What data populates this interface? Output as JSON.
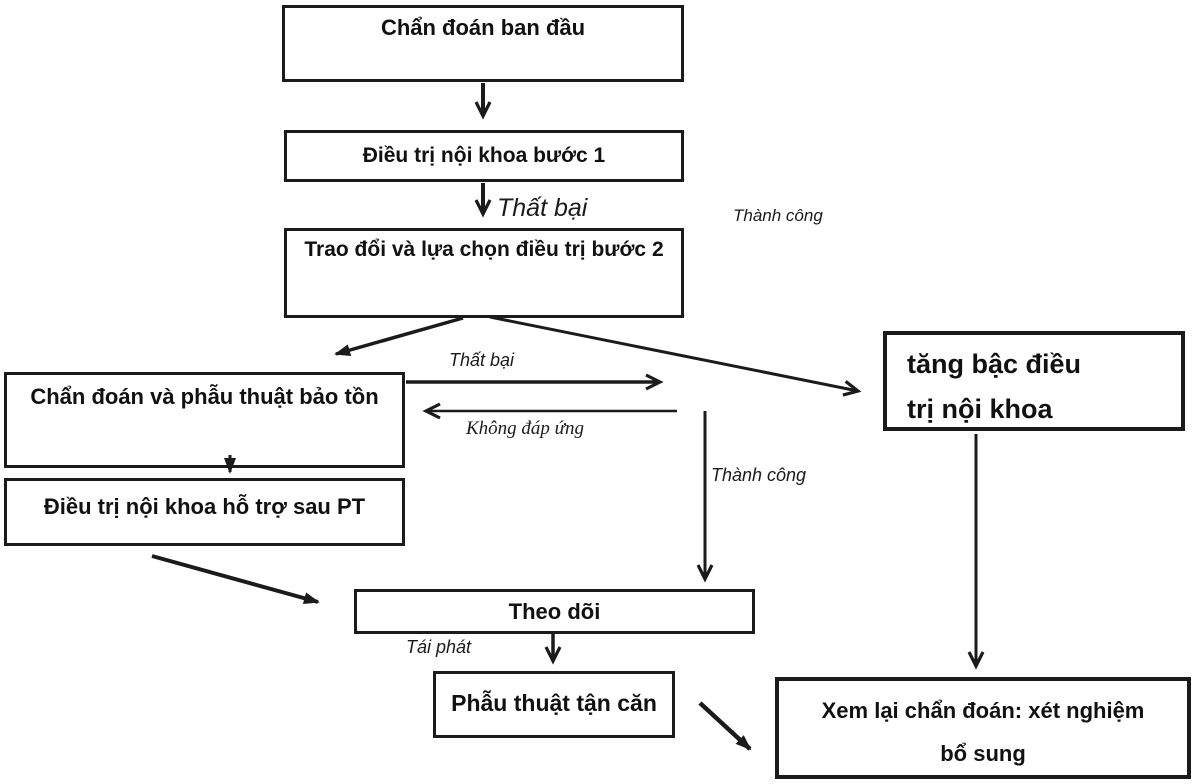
{
  "diagram": {
    "title": "Flowchart of staged medical and surgical treatment (Vietnamese)",
    "nodes": {
      "initial_diagnosis": "Chẩn đoán ban đầu",
      "step1_medical": "Điều trị nội khoa bước 1",
      "step2_choice": "Trao đổi và lựa chọn điều trị bước 2",
      "conservative_surgery": "Chẩn đoán và phẫu thuật bảo tồn",
      "postop_support": "Điều trị nội khoa hỗ trợ sau PT",
      "escalate": {
        "line1": "tăng bậc điều",
        "line2": "trị nội khoa"
      },
      "follow_up": "Theo dõi",
      "radical_surgery": "Phẫu thuật tận căn",
      "review_diagnosis": "Xem lại chẩn đoán: xét nghiệm bổ sung"
    },
    "edge_labels": {
      "failure_step1": "Thất bại",
      "success_step1": "Thành công",
      "failure_mid": "Thất bại",
      "no_response": "Không đáp ứng",
      "success_mid": "Thành công",
      "recurrence": "Tái phát"
    },
    "colors": {
      "background": "#ffffff",
      "line": "#1b1b1b",
      "box_border": "#1b1b1b",
      "text": "#111111"
    }
  }
}
